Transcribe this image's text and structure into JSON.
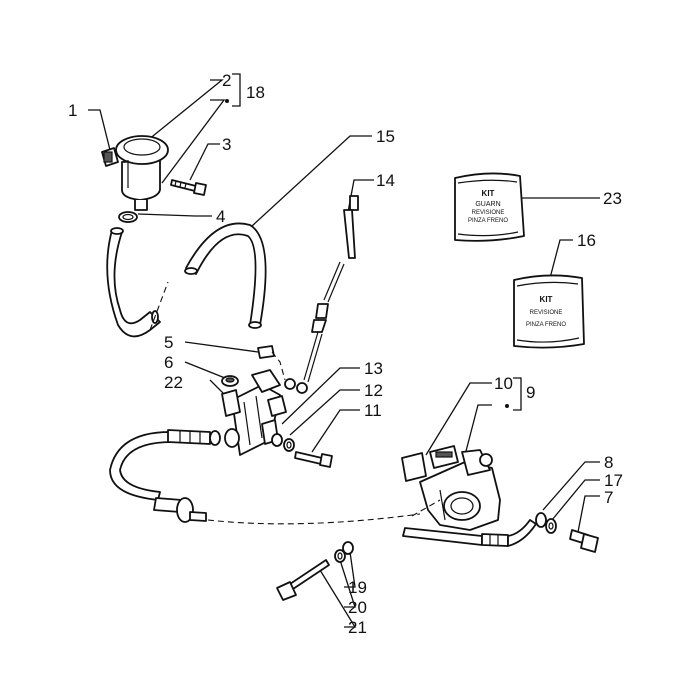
{
  "labels": {
    "l1": "1",
    "l2": "2",
    "l3": "3",
    "l4": "4",
    "l5": "5",
    "l6": "6",
    "l7": "7",
    "l8": "8",
    "l9": "9",
    "l10": "10",
    "l11": "11",
    "l12": "12",
    "l13": "13",
    "l14": "14",
    "l15": "15",
    "l16": "16",
    "l17": "17",
    "l18": "18",
    "l19": "19",
    "l20": "20",
    "l21": "21",
    "l22": "22",
    "l23": "23"
  },
  "kit_23": {
    "line1": "KIT",
    "line2": "GUARN",
    "line3": "REVISIONE",
    "line4": "PINZA FRENO"
  },
  "kit_16": {
    "line1": "KIT",
    "line2": "REVISIONE",
    "line3": "PINZA FRENO"
  }
}
